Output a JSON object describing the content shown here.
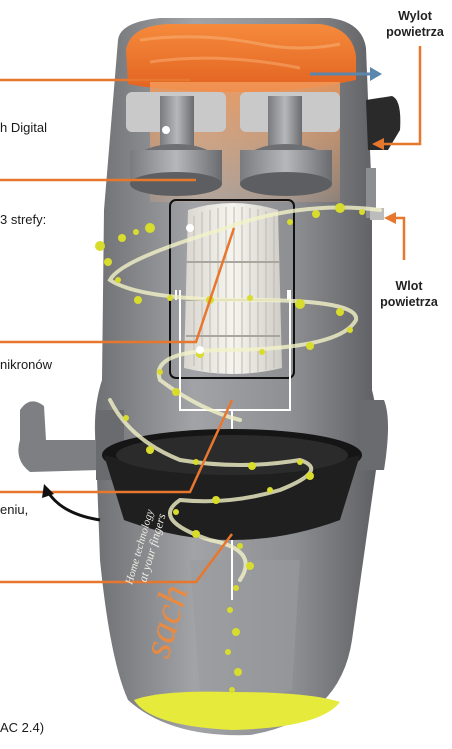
{
  "labels": {
    "outlet_air": [
      "Wylot",
      "powietrza"
    ],
    "inlet_air": [
      "Wlot",
      "powietrza"
    ],
    "motor_text_fragment": "h Digital",
    "zones_text_fragment": "3 strefy:",
    "microns_text_fragment": "nikronów",
    "generic_fragment": "eniu,",
    "model_fragment": "AC 2.4)"
  },
  "branding": {
    "logo_text": "sach",
    "tagline_line1": "Home technology",
    "tagline_line2": "at your fingers"
  },
  "colors": {
    "body_gray": "#8e8f92",
    "body_dark": "#6d6e71",
    "accent_orange": "#f07d2a",
    "leader_orange": "#e8772e",
    "arrow_blue": "#5b86ad",
    "particle_yellow": "#d8dc2c",
    "dirt_yellow": "#e6ea3a",
    "filter_white": "#f2f0ea",
    "bucket_black": "#1c1c1c"
  }
}
